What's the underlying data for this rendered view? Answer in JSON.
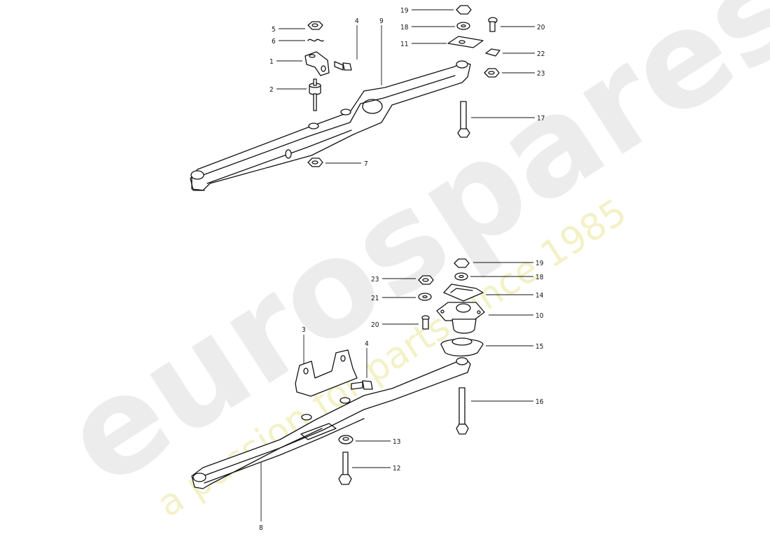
{
  "watermark": {
    "brand": "eurospares",
    "tagline": "a passion for parts since 1985"
  },
  "callouts": [
    {
      "id": "c5",
      "text": "5"
    },
    {
      "id": "c6",
      "text": "6"
    },
    {
      "id": "c1",
      "text": "1"
    },
    {
      "id": "c2",
      "text": "2"
    },
    {
      "id": "c4a",
      "text": "4"
    },
    {
      "id": "c9",
      "text": "9"
    },
    {
      "id": "c19a",
      "text": "19"
    },
    {
      "id": "c18a",
      "text": "18"
    },
    {
      "id": "c11",
      "text": "11"
    },
    {
      "id": "c20a",
      "text": "20"
    },
    {
      "id": "c22",
      "text": "22"
    },
    {
      "id": "c23a",
      "text": "23"
    },
    {
      "id": "c17",
      "text": "17"
    },
    {
      "id": "c7",
      "text": "7"
    },
    {
      "id": "c19b",
      "text": "19"
    },
    {
      "id": "c18b",
      "text": "18"
    },
    {
      "id": "c14",
      "text": "14"
    },
    {
      "id": "c10",
      "text": "10"
    },
    {
      "id": "c15",
      "text": "15"
    },
    {
      "id": "c23b",
      "text": "23"
    },
    {
      "id": "c21",
      "text": "21"
    },
    {
      "id": "c20b",
      "text": "20"
    },
    {
      "id": "c3",
      "text": "3"
    },
    {
      "id": "c4b",
      "text": "4"
    },
    {
      "id": "c16",
      "text": "16"
    },
    {
      "id": "c13",
      "text": "13"
    },
    {
      "id": "c12",
      "text": "12"
    },
    {
      "id": "c8",
      "text": "8"
    }
  ]
}
